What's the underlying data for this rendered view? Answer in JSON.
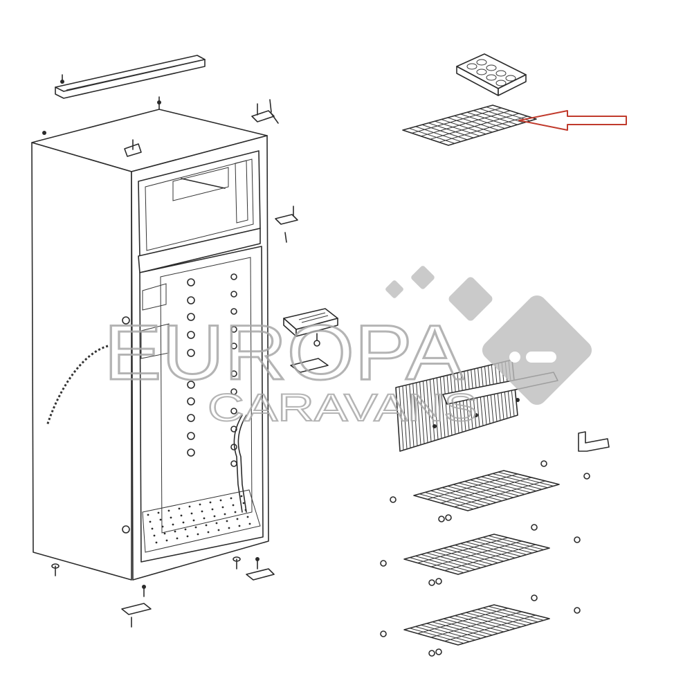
{
  "watermark": {
    "line1": "EUROPA",
    "line2": "CARAVANS",
    "color": "#b0b0b0"
  },
  "highlight": {
    "arrow_color": "#c0392b",
    "target": "freezer-wire-shelf"
  },
  "parts": [
    "top-trim-bar",
    "ice-cube-tray",
    "freezer-wire-shelf",
    "fridge-cabinet",
    "door-hinge-top",
    "door-hinge-middle",
    "lamp-housing",
    "evaporator-fin-plate",
    "shelf-bracket",
    "wire-shelf-upper",
    "wire-shelf-middle",
    "wire-shelf-lower",
    "drain-hose",
    "adjustable-foot",
    "door-hinge-bottom"
  ]
}
